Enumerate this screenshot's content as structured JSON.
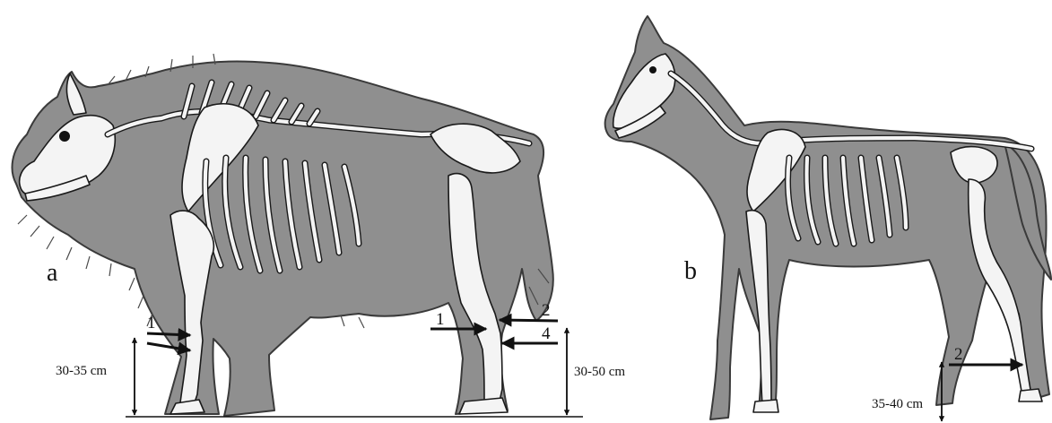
{
  "panels": {
    "a": {
      "label": "a"
    },
    "b": {
      "label": "b"
    }
  },
  "annotations": {
    "bison_front_number": "1",
    "bison_hind_number_left": "1",
    "bison_hind_number_top": "2",
    "bison_hind_number_bottom": "4",
    "horse_hind_number": "2"
  },
  "measurements": {
    "bison_front": "30-35 cm",
    "bison_hind": "30-50 cm",
    "horse_hind": "35-40 cm"
  }
}
